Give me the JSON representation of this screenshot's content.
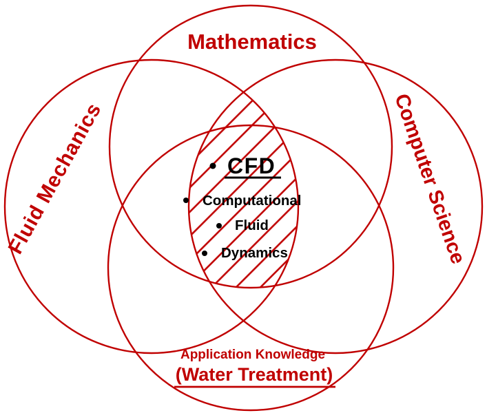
{
  "colors": {
    "red": "#C00000",
    "black": "#000000"
  },
  "circles": {
    "top": {
      "label": "Mathematics"
    },
    "left": {
      "label": "Fluid Mechanics"
    },
    "right": {
      "label": "Computer Science"
    },
    "bottom": {
      "label": "Application Knowledge",
      "sublabel": "(Water Treatment)"
    }
  },
  "center": {
    "bullet": "•",
    "items": [
      "CFD",
      "Computational",
      "Fluid",
      "Dynamics"
    ]
  }
}
